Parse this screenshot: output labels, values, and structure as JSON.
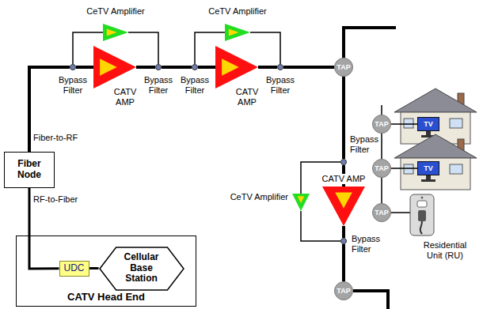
{
  "diagram": {
    "nodes": [
      {
        "text": [
          "CATV Head End"
        ]
      },
      {
        "text": [
          "UDC"
        ],
        "in": 0
      },
      {
        "text": [
          "Cellular Base Station"
        ],
        "in": 0
      },
      {
        "text": [
          "Fiber Node"
        ]
      },
      {
        "text": [
          "Bypass Filter"
        ]
      },
      {
        "text": [
          "CATV AMP"
        ]
      },
      {
        "text": [
          "Bypass Filter"
        ]
      },
      {
        "text": [
          "CeTV Amplifier"
        ]
      },
      {
        "text": [
          "Bypass Filter"
        ]
      },
      {
        "text": [
          "CATV AMP"
        ]
      },
      {
        "text": [
          "Bypass Filter"
        ]
      },
      {
        "text": [
          "CeTV Amplifier"
        ]
      },
      {
        "text": [
          "TAP"
        ]
      },
      {
        "text": [
          "TAP"
        ]
      },
      {
        "text": [
          "TV"
        ]
      },
      {
        "text": [
          "TAP"
        ]
      },
      {
        "text": [
          "TV"
        ]
      },
      {
        "text": [
          "TAP"
        ]
      },
      {
        "text": [
          "Bypass Filter"
        ]
      },
      {
        "text": [
          "CATV AMP"
        ]
      },
      {
        "text": [
          "CeTV Amplifier"
        ]
      },
      {
        "text": [
          "Bypass Filter"
        ]
      },
      {
        "text": [
          "TAP"
        ]
      }
    ],
    "edges": [
      {
        "from": 3,
        "to": 4,
        "arrow": "none"
      },
      {
        "from": 4,
        "to": 5,
        "arrow": "none"
      },
      {
        "from": 5,
        "to": 6,
        "arrow": "none"
      },
      {
        "from": 6,
        "to": 8,
        "arrow": "none"
      },
      {
        "from": 8,
        "to": 9,
        "arrow": "none"
      },
      {
        "from": 9,
        "to": 10,
        "arrow": "none"
      },
      {
        "from": 10,
        "to": 12,
        "arrow": "none"
      },
      {
        "from": 4,
        "to": 7,
        "arrow": "none"
      },
      {
        "from": 7,
        "to": 6,
        "arrow": "none"
      },
      {
        "from": 8,
        "to": 11,
        "arrow": "none"
      },
      {
        "from": 11,
        "to": 10,
        "arrow": "none"
      },
      {
        "from": 12,
        "to": 18,
        "arrow": "none"
      },
      {
        "from": 18,
        "to": 19,
        "arrow": "none"
      },
      {
        "from": 19,
        "to": 21,
        "arrow": "none"
      },
      {
        "from": 21,
        "to": 22,
        "arrow": "none"
      },
      {
        "from": 18,
        "to": 20,
        "arrow": "none"
      },
      {
        "from": 20,
        "to": 21,
        "arrow": "none"
      },
      {
        "from": 13,
        "to": 15,
        "arrow": "none"
      },
      {
        "from": 15,
        "to": 17,
        "arrow": "none"
      },
      {
        "from": 13,
        "to": 14,
        "arrow": "none"
      },
      {
        "from": 15,
        "to": 16,
        "arrow": "none"
      },
      {
        "from": 3,
        "to": 1,
        "arrow": "none"
      },
      {
        "from": 1,
        "to": 2,
        "arrow": "none"
      }
    ],
    "labels": [
      "Fiber-to-RF",
      "RF-to-Fiber",
      "Residential Unit (RU)"
    ]
  }
}
